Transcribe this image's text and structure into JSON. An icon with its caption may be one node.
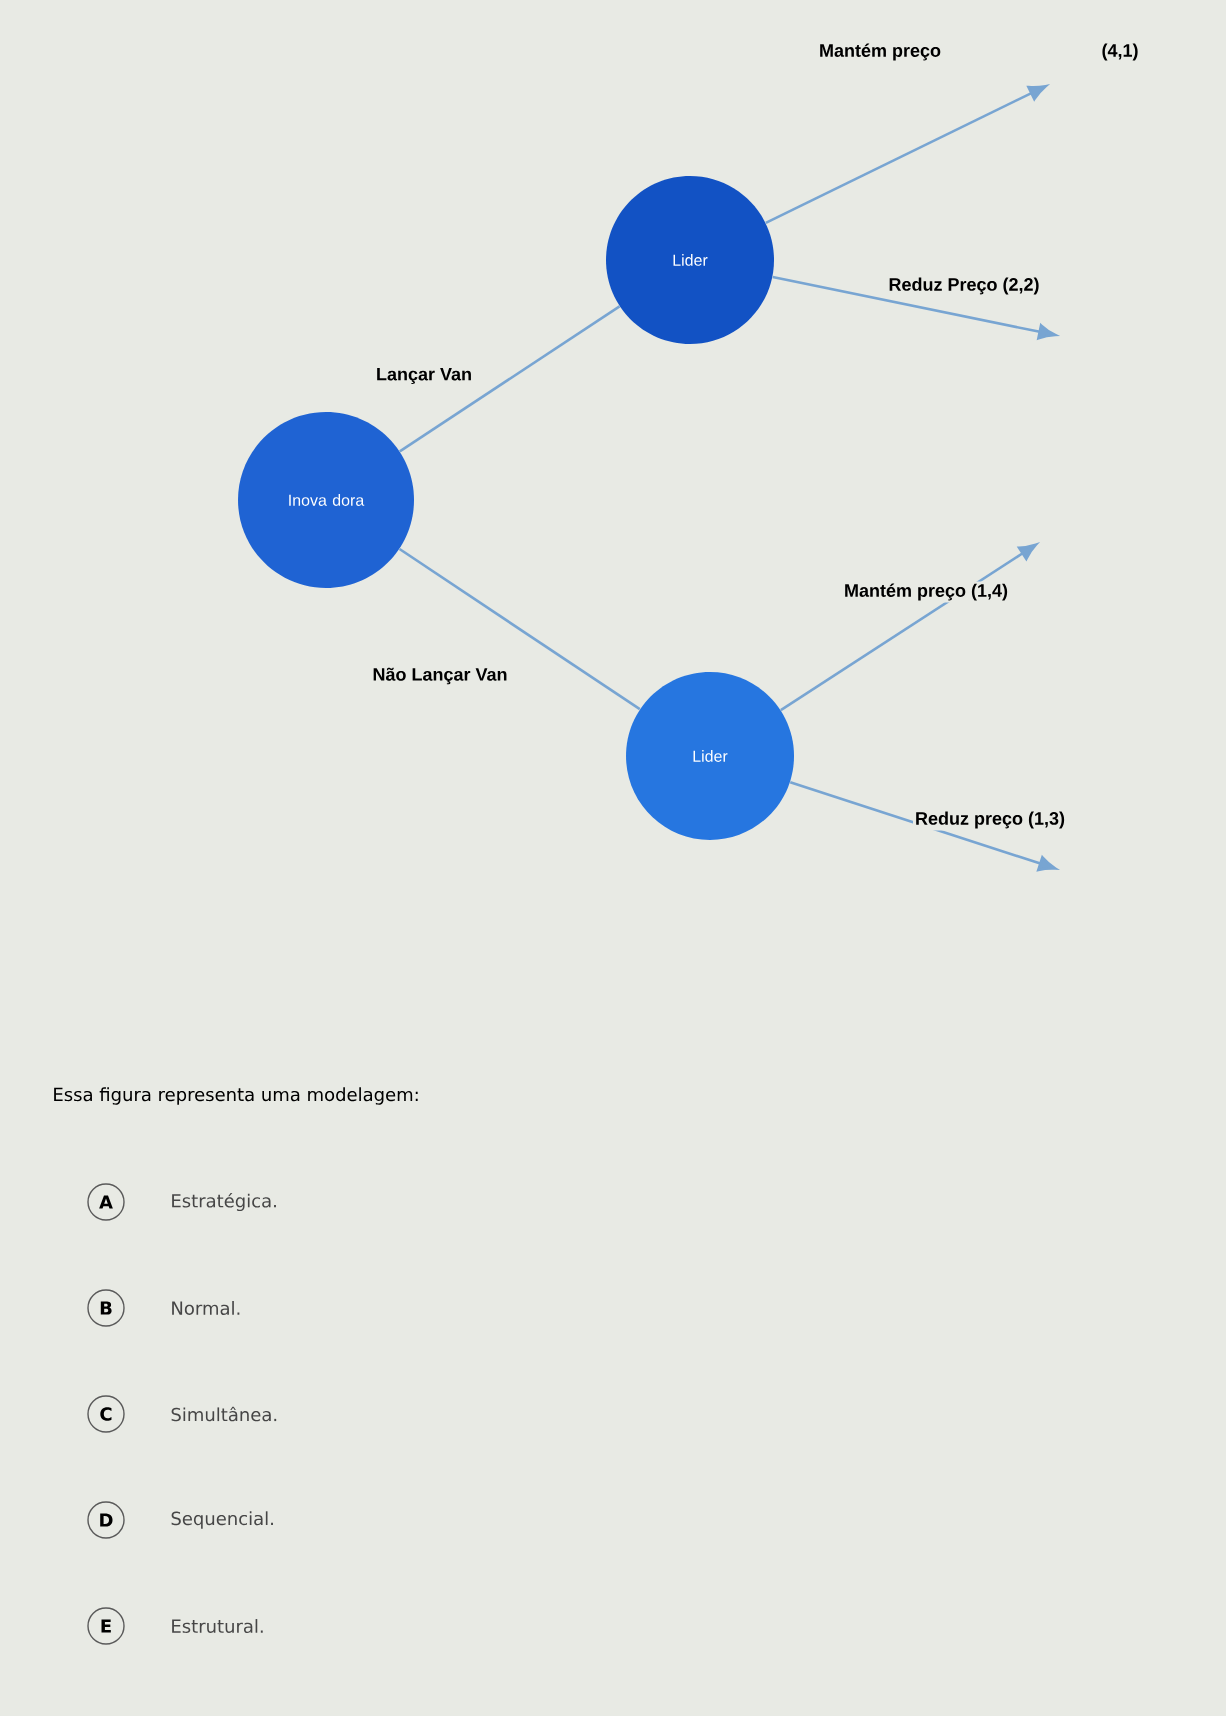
{
  "diagram": {
    "nodes": [
      {
        "text": [
          "Inova dora"
        ]
      },
      {
        "text": [
          "Lider"
        ]
      },
      {
        "text": [
          "Lider"
        ]
      }
    ],
    "edges": [
      {
        "from": 0,
        "to": 1,
        "arrow": "none",
        "label": "Lançar Van"
      },
      {
        "from": 0,
        "to": 2,
        "arrow": "none",
        "label": "Não Lançar Van"
      },
      {
        "from": 1,
        "to": null,
        "arrow": "to",
        "label": "Mantém preço"
      },
      {
        "from": 1,
        "to": null,
        "arrow": "to",
        "label": "Reduz Preço (2,2)"
      },
      {
        "from": 2,
        "to": null,
        "arrow": "to",
        "label": "Mantém preço (1,4)"
      },
      {
        "from": 2,
        "to": null,
        "arrow": "to",
        "label": "Reduz preço (1,3)"
      }
    ],
    "labels": [
      "(4,1)",
      "Essa figura representa uma modelagem:",
      "A",
      "Estratégica.",
      "B",
      "Normal.",
      "C",
      "Simultânea.",
      "D",
      "Sequencial.",
      "E",
      "Estrutural."
    ]
  }
}
